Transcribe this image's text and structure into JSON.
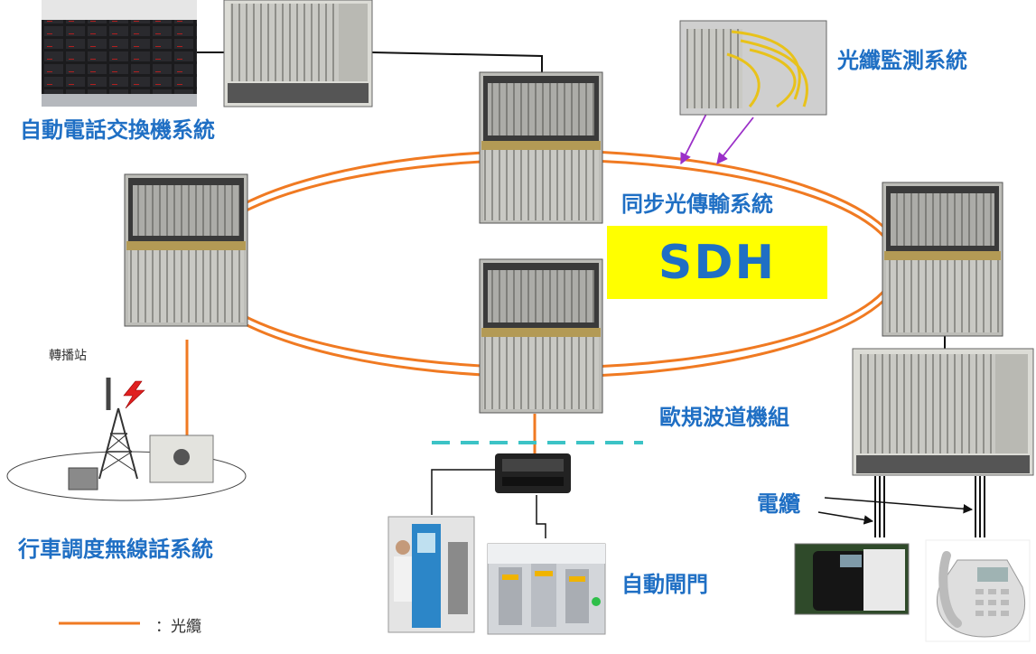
{
  "labels": {
    "pabx": "自動電話交換機系統",
    "fiber_monitor": "光纖監測系統",
    "sdh_title": "同步光傳輸系統",
    "sdh_badge": "SDH",
    "pcm": "歐規波道機組",
    "cable": "電纜",
    "radio": "行車調度無線話系統",
    "relay_station": "轉播站",
    "gate": "自動閘門",
    "legend_fiber": "：光纜"
  },
  "colors": {
    "fiber": "#f07a22",
    "label": "#1f6fc4",
    "badge_bg": "#ffff00",
    "monitor_link": "#9b30c8",
    "lan_dash": "#3cc3c6"
  },
  "icons": {
    "lightning": "lightning-icon",
    "antenna": "antenna-tower-icon"
  }
}
